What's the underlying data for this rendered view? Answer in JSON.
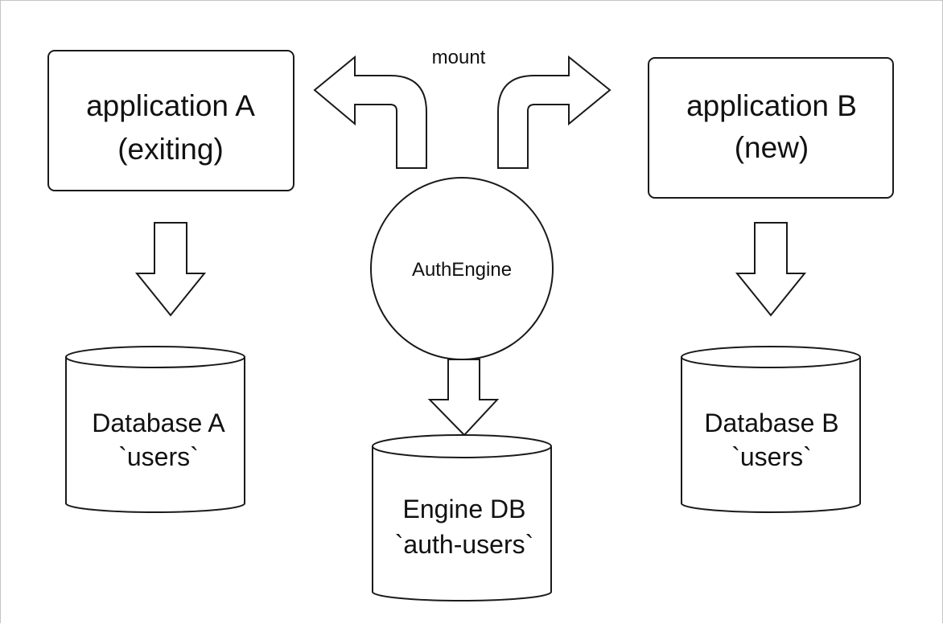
{
  "diagram": {
    "app_a": {
      "line1": "application A",
      "line2": "(exiting)"
    },
    "app_b": {
      "line1": "application B",
      "line2": "(new)"
    },
    "mount_label": "mount",
    "engine": {
      "label": "AuthEngine"
    },
    "db_a": {
      "line1": "Database A",
      "line2": "`users`"
    },
    "db_engine": {
      "line1": "Engine DB",
      "line2": "`auth-users`"
    },
    "db_b": {
      "line1": "Database B",
      "line2": "`users`"
    }
  },
  "colors": {
    "stroke": "#1a1a1a",
    "fill": "#ffffff",
    "frame": "#c4c4c4"
  }
}
